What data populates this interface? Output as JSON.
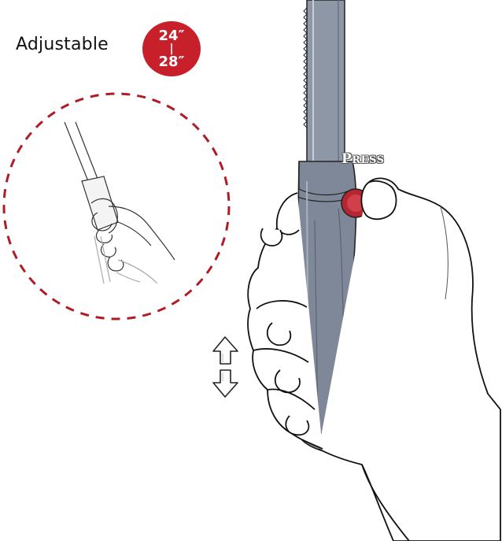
{
  "adjustable_label": "Adjustable",
  "range_badge": {
    "top": "24″",
    "separator": "|",
    "bottom": "28″"
  },
  "press_label": {
    "first": "P",
    "rest": "RESS"
  },
  "colors": {
    "accent_red": "#c8202a",
    "shaft_gray": "#8e97a6",
    "shaft_dark": "#2f3540",
    "outline": "#222222"
  },
  "icons": [
    "up-arrow-icon",
    "down-arrow-icon"
  ]
}
